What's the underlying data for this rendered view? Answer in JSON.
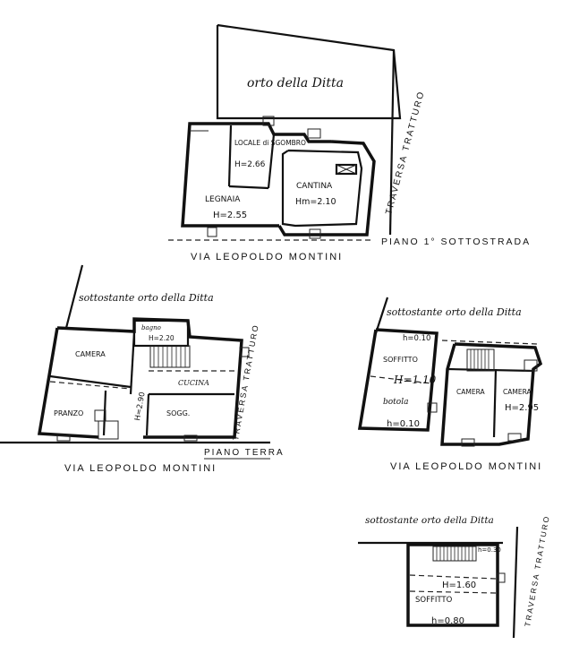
{
  "plan1": {
    "garden": "orto della Ditta",
    "room_storage": "LOCALE di SGOMBRO",
    "storage_height": "H=2.66",
    "room_wood": "LEGNAIA",
    "wood_height": "H=2.55",
    "room_cellar": "CANTINA",
    "cellar_height": "Hm=2.10",
    "side_road": "TRAVERSA TRATTURO",
    "street": "VIA LEOPOLDO MONTINI",
    "floor": "PIANO 1° SOTTOSTRADA"
  },
  "plan2": {
    "top_note": "sottostante orto della Ditta",
    "room_bedroom": "CAMERA",
    "room_bath": "bagno",
    "bath_height": "H=2.20",
    "room_kitchen": "CUCINA",
    "height": "H=2.90",
    "room_dining": "PRANZO",
    "room_living": "SOGG.",
    "side_road": "TRAVERSA TRATTURO",
    "floor": "PIANO TERRA",
    "street": "VIA LEOPOLDO MONTINI"
  },
  "plan3": {
    "top_note": "sottostante orto della Ditta",
    "attic_top_height": "h=0.10",
    "attic": "SOFFITTO",
    "mid_height": "H=1.10",
    "bottle": "botola",
    "attic_bottom_height": "h=0.10",
    "room_bed1": "CAMERA",
    "room_bed2": "CAMERA",
    "bed2_height": "H=2.95",
    "street": "VIA LEOPOLDO MONTINI"
  },
  "plan4": {
    "top_note": "sottostante orto della Ditta",
    "top_height": "h=0.30",
    "mid_height": "H=1.60",
    "attic": "SOFFITTO",
    "bottom_height": "h=0.80",
    "side_road": "TRAVERSA TRATTURO"
  }
}
